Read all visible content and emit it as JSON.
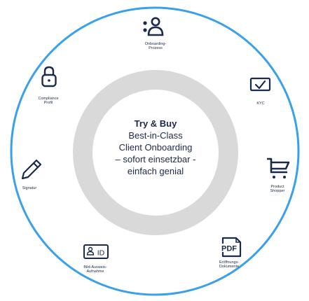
{
  "colors": {
    "outer_ring": "#3aa0ea",
    "inner_ring": "#d9d9d9",
    "icon": "#1b2a4a",
    "text": "#1b2a4a"
  },
  "center": {
    "title": "Try & Buy",
    "line1": "Best-in-Class",
    "line2": "Client Onboarding",
    "line3": "– sofort einsetzbar -",
    "line4": "einfach genial"
  },
  "items": [
    {
      "icon": "people-icon",
      "line1": "Onboarding-",
      "line2": "Prozess"
    },
    {
      "icon": "checkbox-icon",
      "line1": "KYC",
      "line2": ""
    },
    {
      "icon": "shopping-cart-icon",
      "line1": "Product",
      "line2": "Shopper"
    },
    {
      "icon": "pdf-icon",
      "line1": "Eröffnungs-",
      "line2": "Dokumente"
    },
    {
      "icon": "id-card-icon",
      "line1": "Bild-Ausweis-",
      "line2": "Aufnahme"
    },
    {
      "icon": "pencil-icon",
      "line1": "Signatur",
      "line2": ""
    },
    {
      "icon": "lock-icon",
      "line1": "Compliance",
      "line2": "Profil"
    }
  ]
}
